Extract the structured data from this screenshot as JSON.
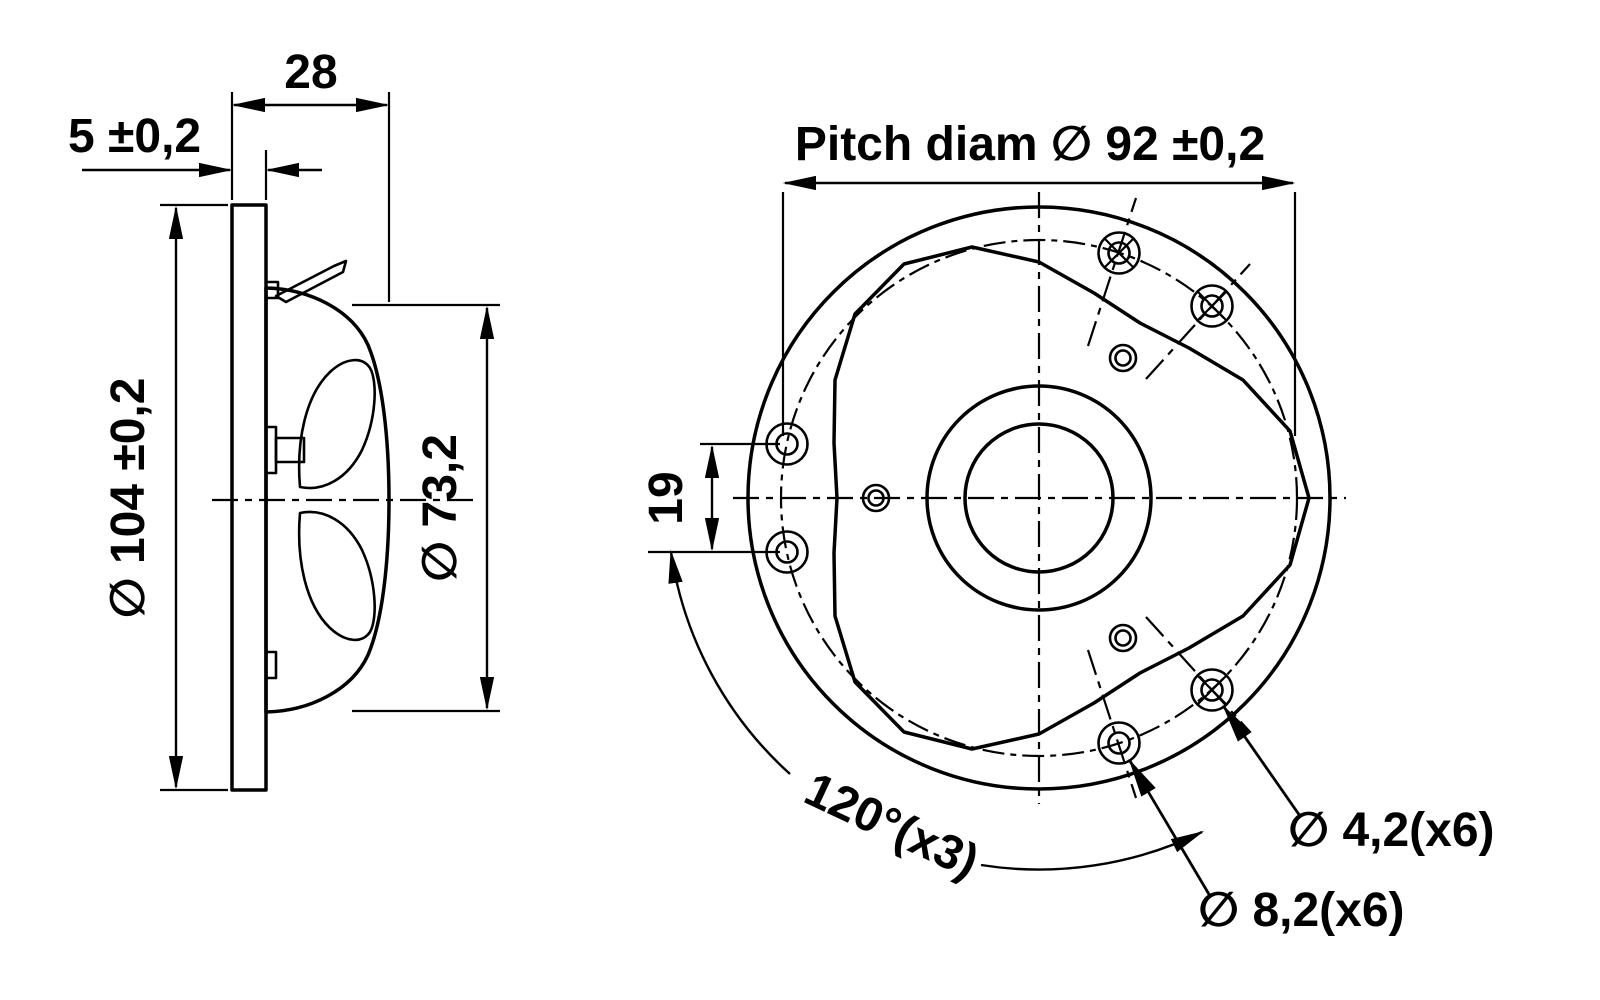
{
  "side_view": {
    "dim_depth": "28",
    "dim_flange": "5 ±0,2",
    "dim_outer": "∅ 104 ±0,2",
    "dim_dome": "∅ 73,2"
  },
  "front_view": {
    "dim_pitch": "Pitch diam ∅ 92 ±0,2",
    "dim_spacing": "19",
    "dim_angle": "120°(x3)",
    "dim_small_hole": "∅ 4,2(x6)",
    "dim_cbore": "∅ 8,2(x6)"
  },
  "colors": {
    "line": "#000000",
    "background": "#ffffff"
  }
}
